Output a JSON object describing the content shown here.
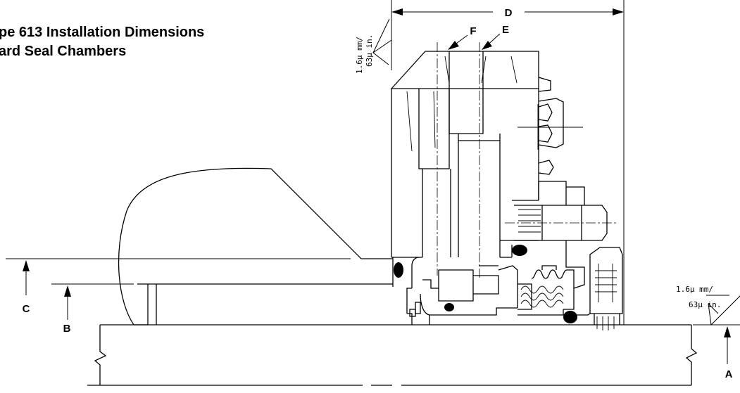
{
  "title": {
    "line1": "pe 613 Installation Dimensions",
    "line2": "ard Seal Chambers"
  },
  "dimension_labels": {
    "a": "A",
    "b": "B",
    "c": "C",
    "d": "D",
    "e": "E",
    "f": "F"
  },
  "surface_finish_top": {
    "line1": "1.6µ mm/",
    "line2": "63µ in."
  },
  "surface_finish_right": {
    "line1": "1.6µ mm/",
    "line2": "63µ in."
  }
}
